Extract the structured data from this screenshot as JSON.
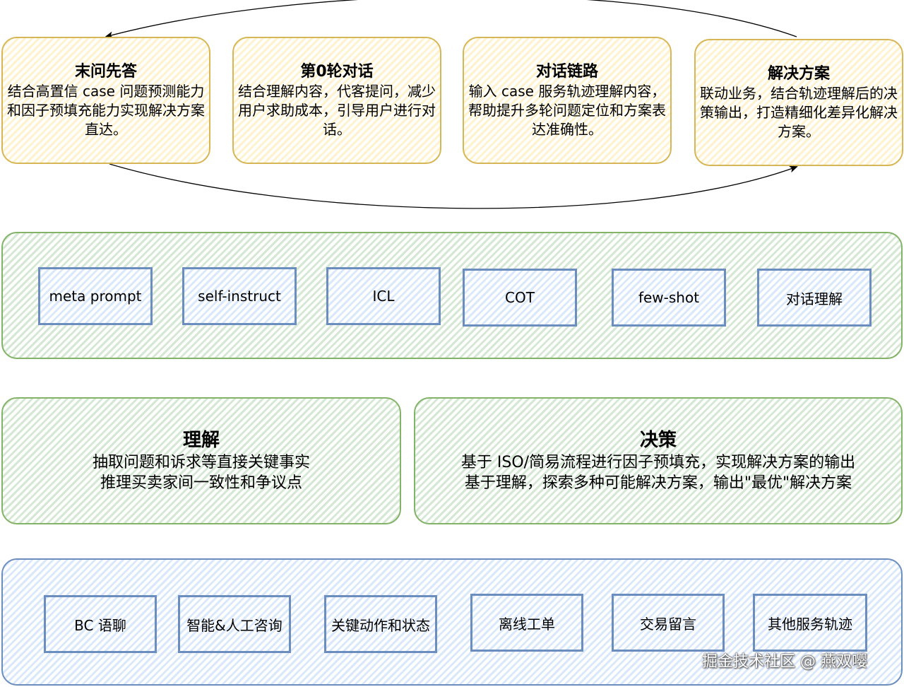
{
  "top_cards": [
    {
      "title": "末问先答",
      "body": "结合高置信 case 问题预测能力和因子预填充能力实现解决方案直达。"
    },
    {
      "title": "第0轮对话",
      "body": "结合理解内容，代客提问，减少用户求助成本，引导用户进行对话。"
    },
    {
      "title": "对话链路",
      "body": "输入 case 服务轨迹理解内容，帮助提升多轮问题定位和方案表达准确性。"
    },
    {
      "title": "解决方案",
      "body": "联动业务，结合轨迹理解后的决策输出，打造精细化差异化解决方案。"
    }
  ],
  "techniques": [
    "meta prompt",
    "self-instruct",
    "ICL",
    "COT",
    "few-shot",
    "对话理解"
  ],
  "understanding": {
    "title": "理解",
    "lines": [
      "抽取问题和诉求等直接关键事实",
      "推理买卖家间一致性和争议点"
    ]
  },
  "decision": {
    "title": "决策",
    "lines": [
      "基于 ISO/简易流程进行因子预填充，实现解决方案的输出",
      "基于理解，探索多种可能解决方案，输出\"最优\"解决方案"
    ]
  },
  "sources": [
    "BC 语聊",
    "智能&人工咨询",
    "关键动作和状态",
    "离线工单",
    "交易留言",
    "其他服务轨迹"
  ],
  "watermark": "掘金技术社区 @ 燕双嘤",
  "colors": {
    "yellow_fill": "#fff2cc",
    "yellow_stroke": "#d6b656",
    "green_fill": "#d5e8d4",
    "green_stroke": "#82b366",
    "blue_fill": "#dae8fc",
    "blue_stroke": "#6c8ebf"
  }
}
